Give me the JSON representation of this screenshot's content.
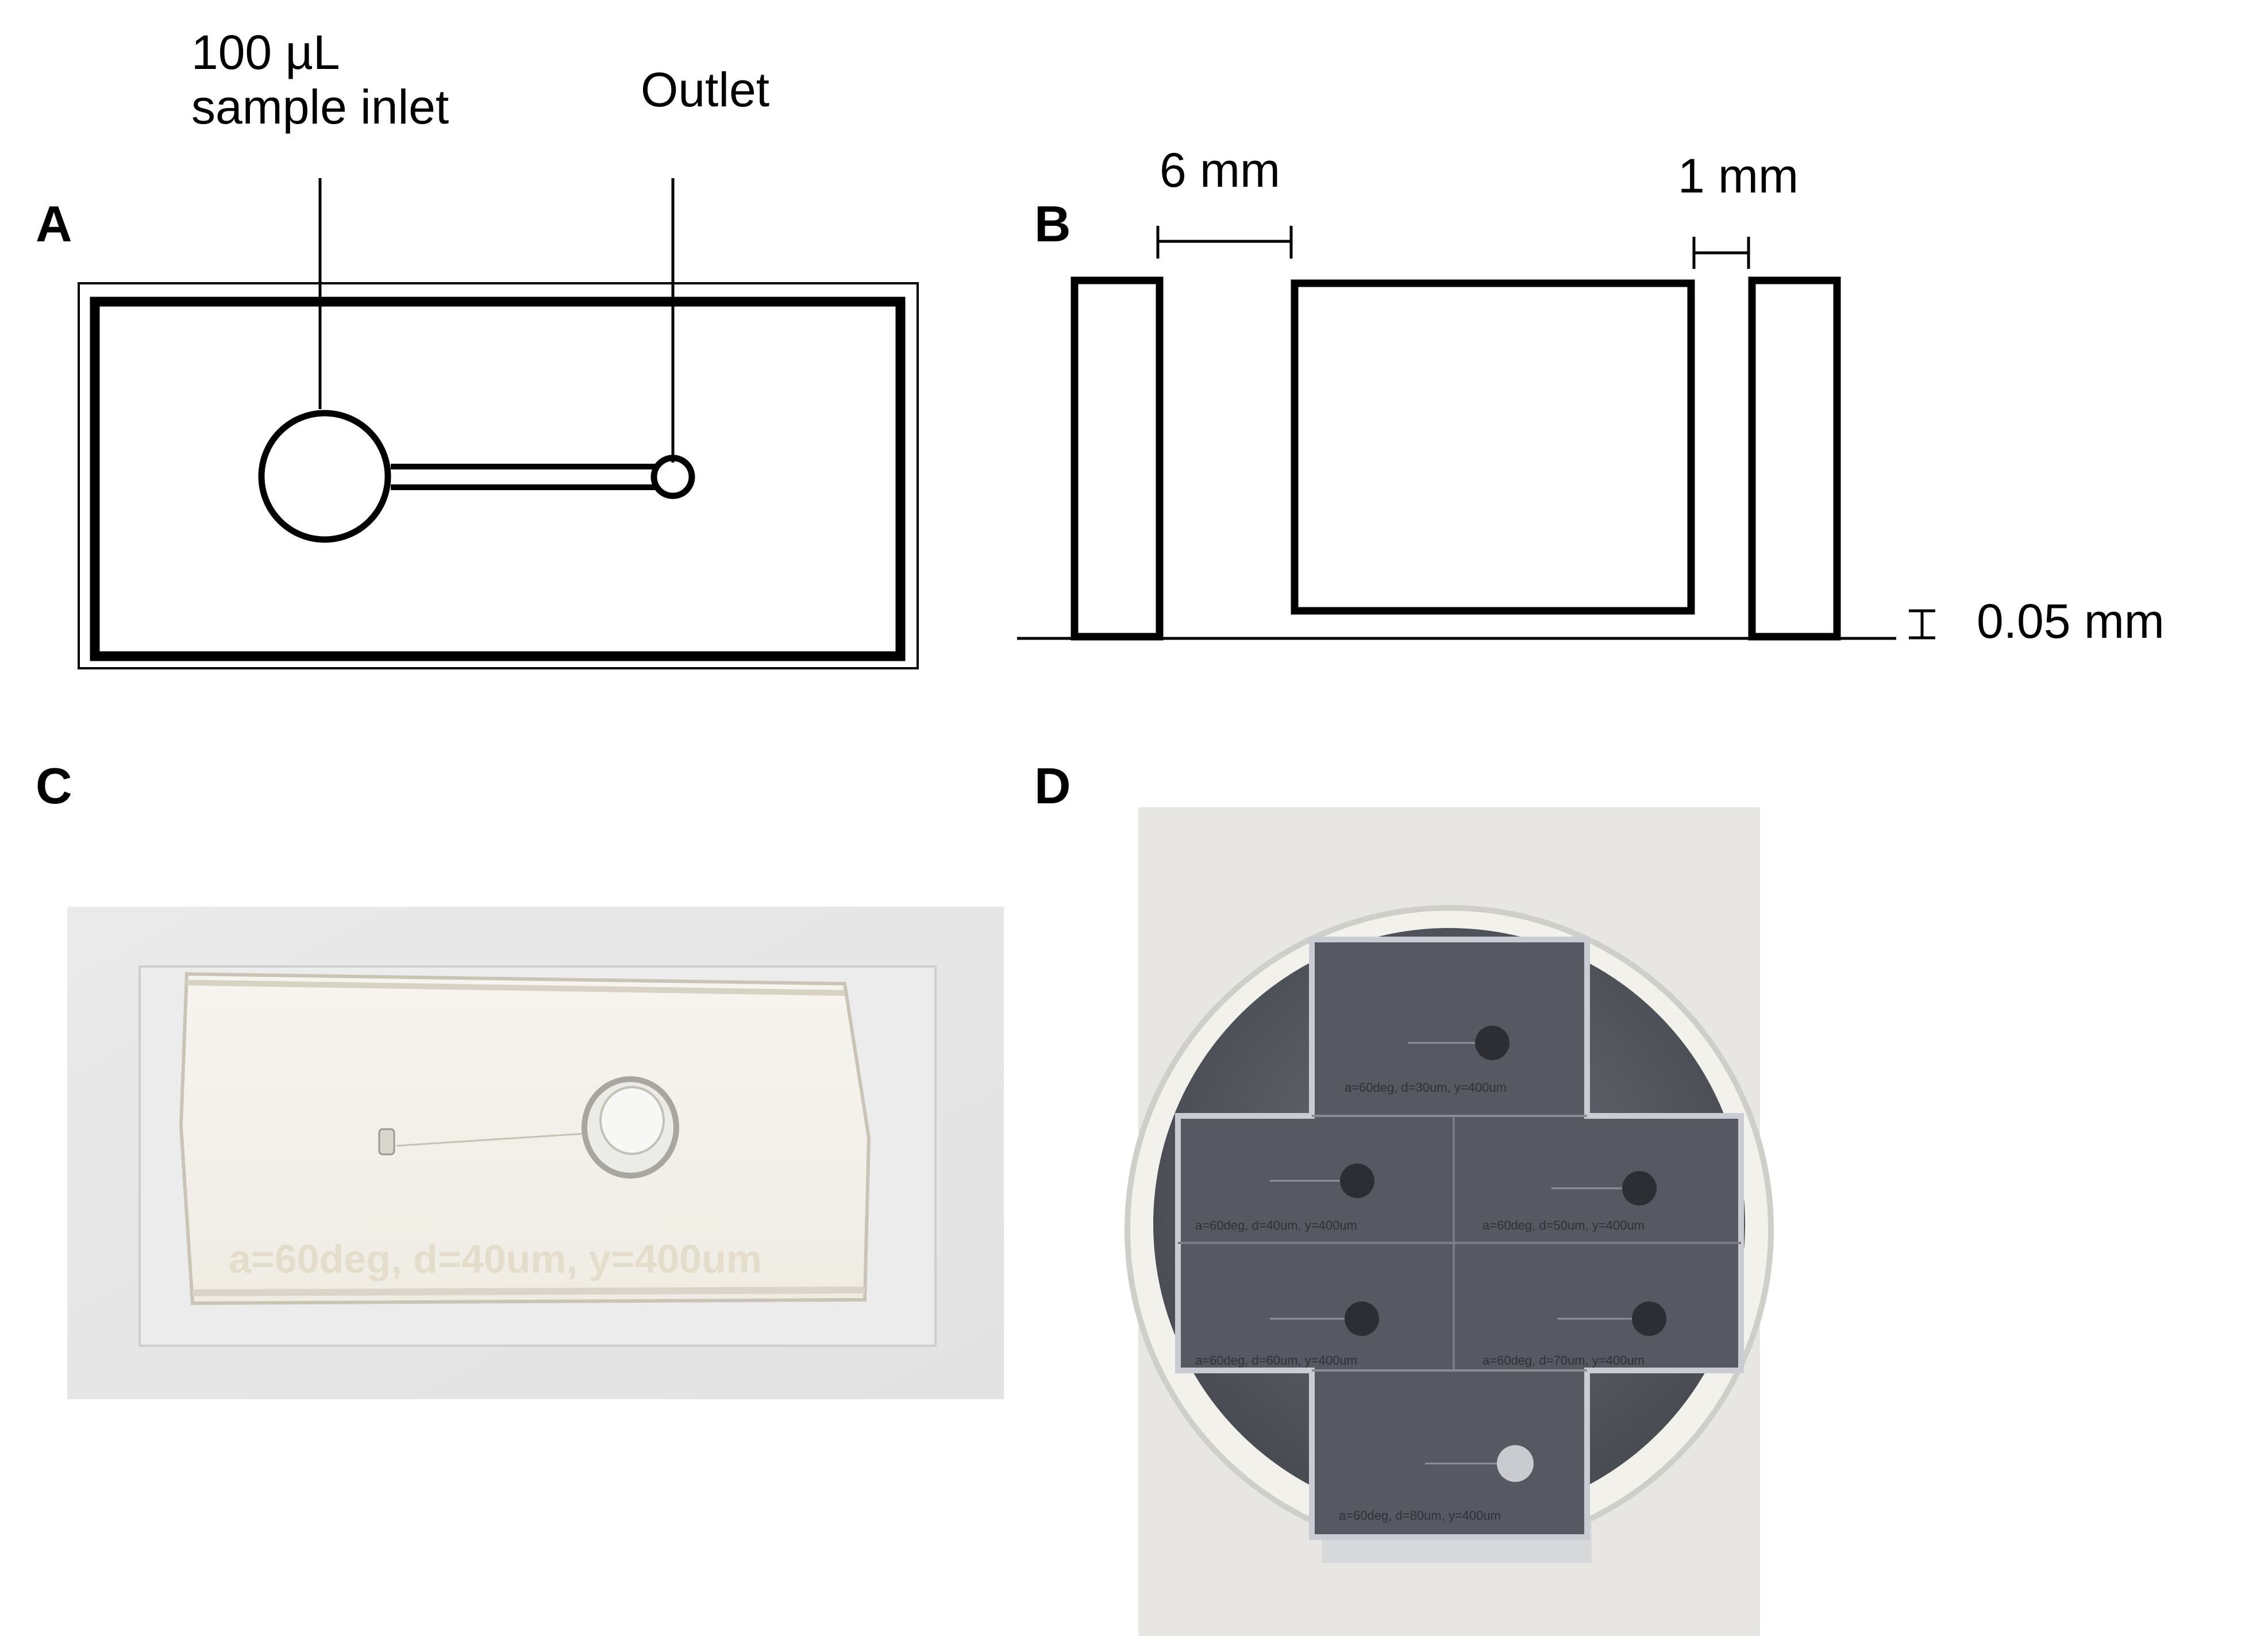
{
  "panels": {
    "a": {
      "letter": "A",
      "inlet_label_line1": "100 µL",
      "inlet_label_line2": "sample inlet",
      "outlet_label": "Outlet"
    },
    "b": {
      "letter": "B",
      "dim_left": "6 mm",
      "dim_right": "1 mm",
      "dim_height": "0.05 mm"
    },
    "c": {
      "letter": "C",
      "engraved_text": "a=60deg, d=40um, y=400um"
    },
    "d": {
      "letter": "D",
      "engraved_top": "a=60deg, d=30um, y=400um",
      "engraved_mid_left": "a=60deg, d=40um, y=400um",
      "engraved_mid_right": "a=60deg, d=50um, y=400um",
      "engraved_low_left": "a=60deg, d=60um, y=400um",
      "engraved_low_right": "a=60deg, d=70um, y=400um",
      "engraved_bottom": "a=60deg, d=80um, y=400um"
    }
  },
  "colors": {
    "ink": "#000000",
    "photo_bg": "#e9e9e9",
    "chip": "#f3f1ea",
    "wafer": "#5d6068",
    "dish": "#dcdcd6"
  }
}
